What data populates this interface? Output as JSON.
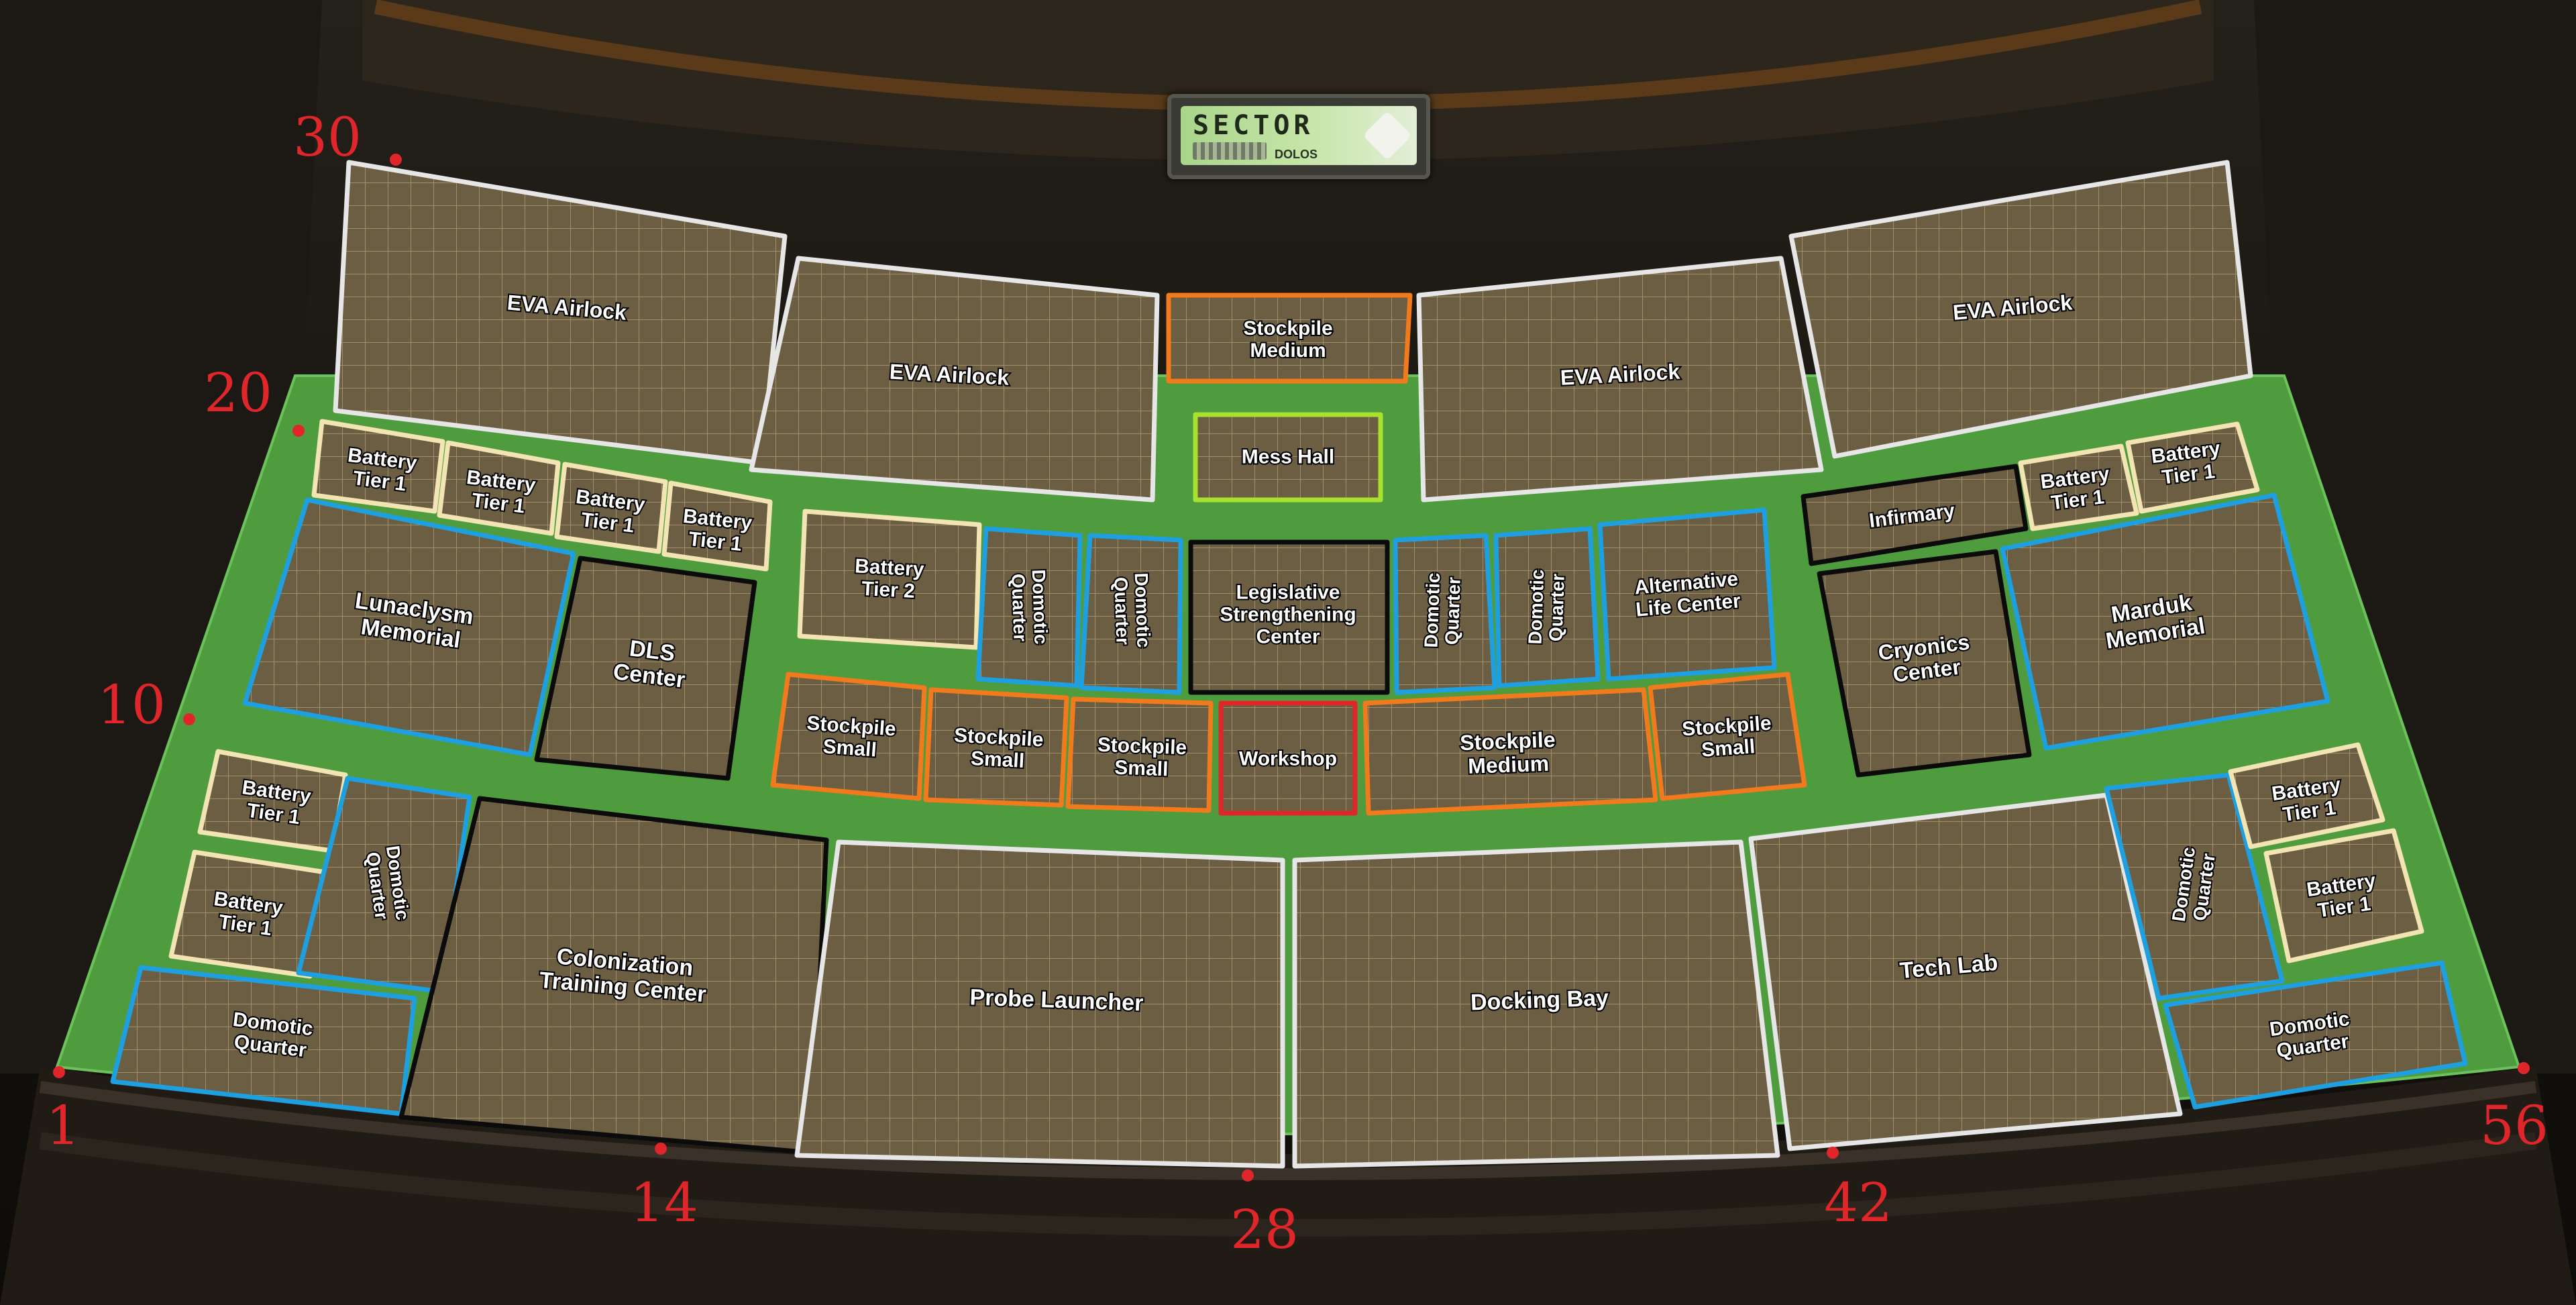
{
  "sign": {
    "title": "SECTOR",
    "subtitle": "DOLOS",
    "icon": "sector-emblem-icon"
  },
  "colors": {
    "floor": "#4f9c3f",
    "tile": "#6c5e42",
    "grid": "#c9b88a",
    "label": "#ffffff",
    "marker": "#e0262b",
    "border_white": "#e6e6e6",
    "border_blue": "#1ea0e0",
    "border_orange": "#f07a1c",
    "border_cream": "#f3e4b4",
    "border_black": "#0b0b0b",
    "border_lime": "#a6e22e",
    "border_red": "#e0262b"
  },
  "markers": [
    "1",
    "10",
    "20",
    "30",
    "14",
    "28",
    "42",
    "56"
  ],
  "rooms": [
    {
      "label": "EVA Airlock",
      "border": "white"
    },
    {
      "label": "EVA Airlock",
      "border": "white"
    },
    {
      "label": "Stockpile Medium",
      "border": "orange"
    },
    {
      "label": "EVA Airlock",
      "border": "white"
    },
    {
      "label": "EVA Airlock",
      "border": "white"
    },
    {
      "label": "Mess Hall",
      "border": "lime"
    },
    {
      "label": "Battery Tier 1",
      "border": "cream"
    },
    {
      "label": "Battery Tier 1",
      "border": "cream"
    },
    {
      "label": "Battery Tier 1",
      "border": "cream"
    },
    {
      "label": "Battery Tier 1",
      "border": "cream"
    },
    {
      "label": "Lunaclysm Memorial",
      "border": "blue"
    },
    {
      "label": "DLS Center",
      "border": "black"
    },
    {
      "label": "Battery Tier 2",
      "border": "cream"
    },
    {
      "label": "Domotic Quarter",
      "border": "blue"
    },
    {
      "label": "Domotic Quarter",
      "border": "blue"
    },
    {
      "label": "Legislative Strengthening Center",
      "border": "black"
    },
    {
      "label": "Domotic Quarter",
      "border": "blue"
    },
    {
      "label": "Domotic Quarter",
      "border": "blue"
    },
    {
      "label": "Alternative Life Center",
      "border": "blue"
    },
    {
      "label": "Infirmary",
      "border": "black"
    },
    {
      "label": "Battery Tier 1",
      "border": "cream"
    },
    {
      "label": "Battery Tier 1",
      "border": "cream"
    },
    {
      "label": "Cryonics Center",
      "border": "black"
    },
    {
      "label": "Marduk Memorial",
      "border": "blue"
    },
    {
      "label": "Stockpile Small",
      "border": "orange"
    },
    {
      "label": "Stockpile Small",
      "border": "orange"
    },
    {
      "label": "Stockpile Small",
      "border": "orange"
    },
    {
      "label": "Workshop",
      "border": "red"
    },
    {
      "label": "Stockpile Medium",
      "border": "orange"
    },
    {
      "label": "Stockpile Small",
      "border": "orange"
    },
    {
      "label": "Battery Tier 1",
      "border": "cream"
    },
    {
      "label": "Battery Tier 1",
      "border": "cream"
    },
    {
      "label": "Domotic Quarter",
      "border": "blue"
    },
    {
      "label": "Domotic Quarter",
      "border": "blue"
    },
    {
      "label": "Colonization Training Center",
      "border": "black"
    },
    {
      "label": "Probe Launcher",
      "border": "white"
    },
    {
      "label": "Docking Bay",
      "border": "white"
    },
    {
      "label": "Tech Lab",
      "border": "white"
    },
    {
      "label": "Domotic Quarter",
      "border": "blue"
    },
    {
      "label": "Battery Tier 1",
      "border": "cream"
    },
    {
      "label": "Battery Tier 1",
      "border": "cream"
    },
    {
      "label": "Domotic Quarter",
      "border": "blue"
    }
  ]
}
